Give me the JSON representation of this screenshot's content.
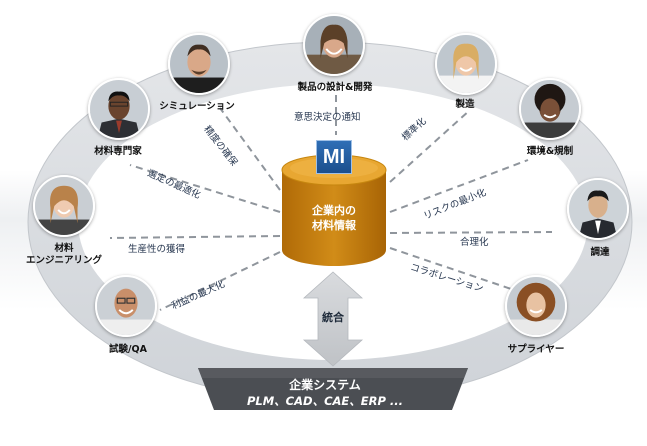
{
  "hub": {
    "logo_text": "MI",
    "line1": "企業内の",
    "line2": "材料情報"
  },
  "roles": {
    "design": "製品の設計&開発",
    "manufacturing": "製造",
    "environment": "環境&規制",
    "procurement": "調達",
    "supplier": "サプライヤー",
    "testing": "試験/QA",
    "materials_eng_1": "材料",
    "materials_eng_2": "エンジニアリング",
    "materials_expert": "材料専門家",
    "simulation": "シミュレーション"
  },
  "spokes": {
    "decision": "意思決定の通知",
    "standardization": "標準化",
    "risk": "リスクの最小化",
    "rationalization": "合理化",
    "collaboration": "コラボレーション",
    "accuracy": "精度の確保",
    "selection": "選定の最適化",
    "productivity": "生産性の獲得",
    "profit": "利益の最大化"
  },
  "integration": {
    "label": "統合"
  },
  "enterprise": {
    "title": "企業システム",
    "systems": "PLM、CAD、CAE、ERP ..."
  },
  "colors": {
    "ring": "#dcdfe3",
    "ring_edge": "#c8ccd1",
    "inner": "#ffffff",
    "hub": "#c9820f",
    "hub_top": "#e6a42c",
    "banner": "#4f5257",
    "arrow": "#cfd2d6"
  }
}
